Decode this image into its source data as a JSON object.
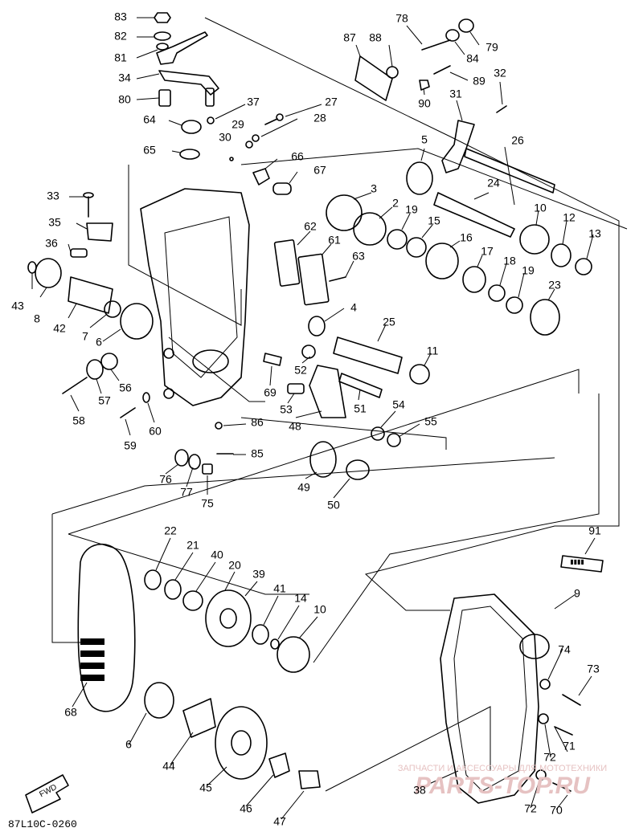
{
  "diagram": {
    "code": "87L10C-0260",
    "fwd_label": "FWD",
    "watermark_line": "ЗАПЧАСТИ И АКСЕССУАРЫ ДЛЯ МОТОТЕХНИКИ",
    "watermark_brand": "PARTS-TOP.RU",
    "decal_text": "▮▮▮▮",
    "part_numbers": {
      "p83": "83",
      "p82": "82",
      "p81": "81",
      "p34": "34",
      "p80": "80",
      "p78": "78",
      "p79": "79",
      "p87": "87",
      "p88": "88",
      "p84": "84",
      "p89": "89",
      "p90": "90",
      "p32": "32",
      "p37": "37",
      "p27": "27",
      "p64": "64",
      "p29": "29",
      "p28": "28",
      "p30": "30",
      "p31": "31",
      "p65": "65",
      "p66": "66",
      "p67": "67",
      "p5": "5",
      "p26": "26",
      "p33": "33",
      "p3": "3",
      "p2": "2",
      "p24": "24",
      "p35": "35",
      "p62": "62",
      "p61": "61",
      "p19a": "19",
      "p15": "15",
      "p10a": "10",
      "p12": "12",
      "p13": "13",
      "p36": "36",
      "p16": "16",
      "p63": "63",
      "p17": "17",
      "p18": "18",
      "p19b": "19",
      "p43": "43",
      "p8": "8",
      "p23": "23",
      "p42": "42",
      "p7": "7",
      "p6a": "6",
      "p4": "4",
      "p25": "25",
      "p11": "11",
      "p52": "52",
      "p56": "56",
      "p57": "57",
      "p69": "69",
      "p51": "51",
      "p58": "58",
      "p53": "53",
      "p54": "54",
      "p60": "60",
      "p48": "48",
      "p55": "55",
      "p59": "59",
      "p86": "86",
      "p85": "85",
      "p76": "76",
      "p77": "77",
      "p75": "75",
      "p49": "49",
      "p50": "50",
      "p91": "91",
      "p22": "22",
      "p21": "21",
      "p40": "40",
      "p20": "20",
      "p39": "39",
      "p41": "41",
      "p14": "14",
      "p10b": "10",
      "p9": "9",
      "p74": "74",
      "p73": "73",
      "p68": "68",
      "p71": "71",
      "p6b": "6",
      "p44": "44",
      "p45": "45",
      "p72a": "72",
      "p38": "38",
      "p46": "46",
      "p47": "47",
      "p72b": "72",
      "p70": "70"
    }
  }
}
